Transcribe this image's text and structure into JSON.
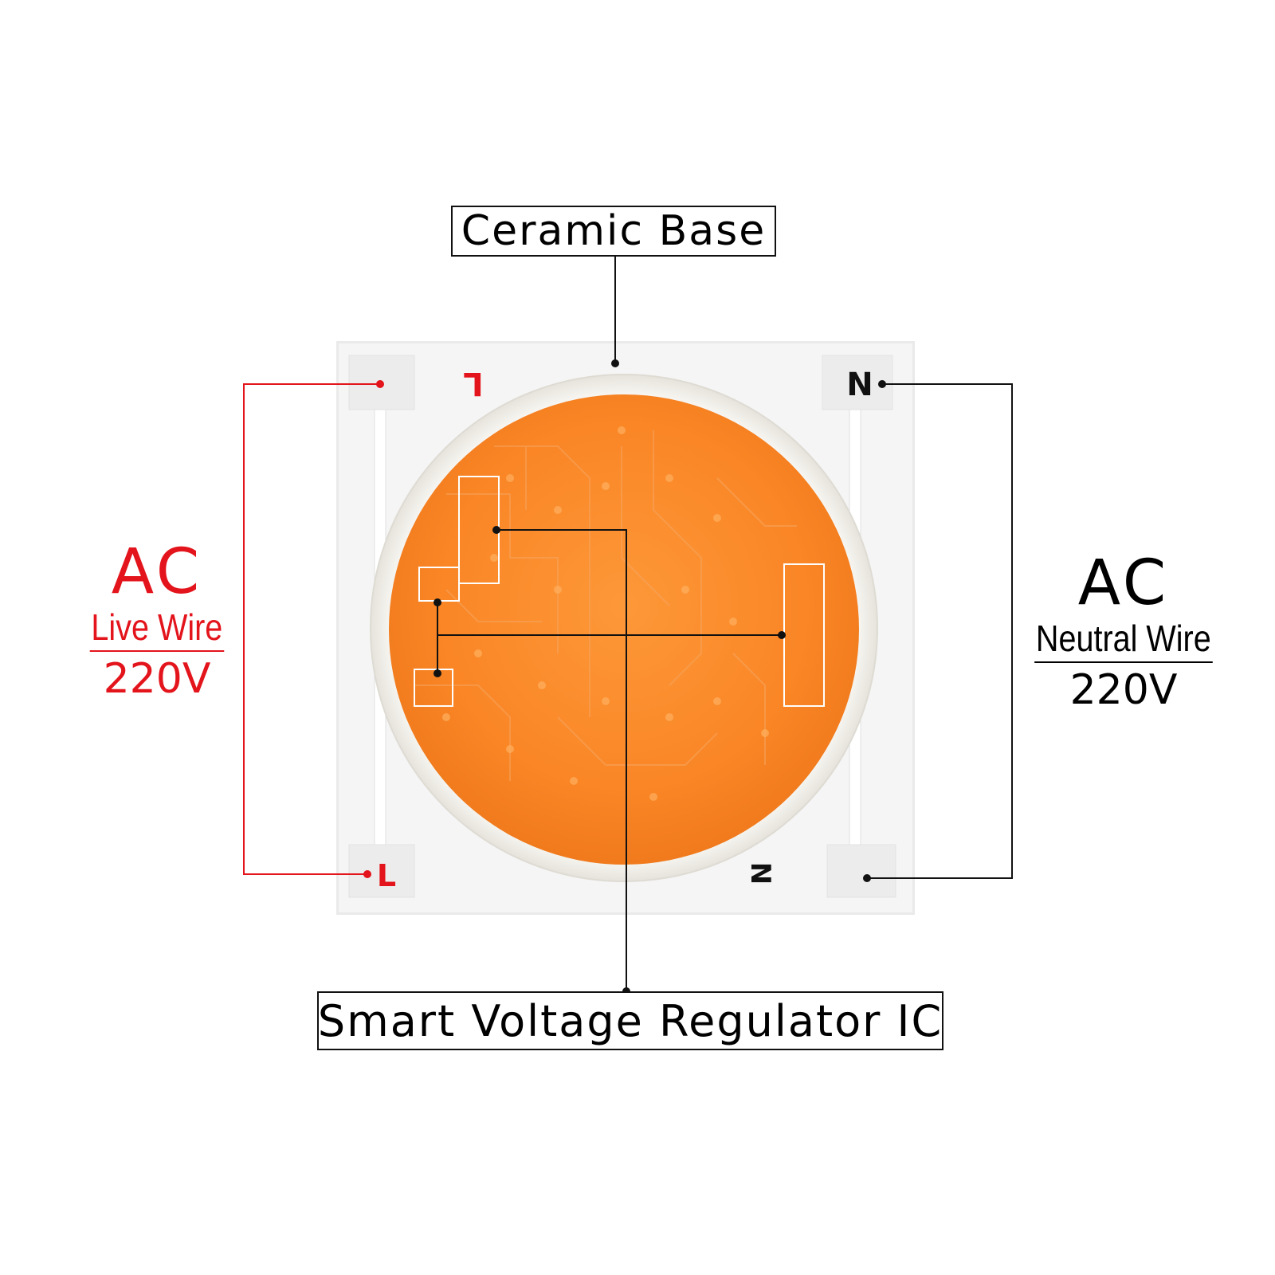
{
  "labels": {
    "ceramic_base": "Ceramic Base",
    "regulator_ic": "Smart Voltage Regulator IC"
  },
  "live": {
    "ac": "AC",
    "wire": "Live Wire",
    "voltage": "220V",
    "pad_top_mark": "L",
    "pad_bottom_mark": "L"
  },
  "neutral": {
    "ac": "AC",
    "wire": "Neutral Wire",
    "voltage": "220V",
    "pad_top_mark": "N",
    "pad_bottom_mark": "N"
  },
  "colors": {
    "live": "#e3141b",
    "neutral": "#000000",
    "led_orange": "#fb8a2a",
    "ceramic": "#f4f4f4"
  }
}
